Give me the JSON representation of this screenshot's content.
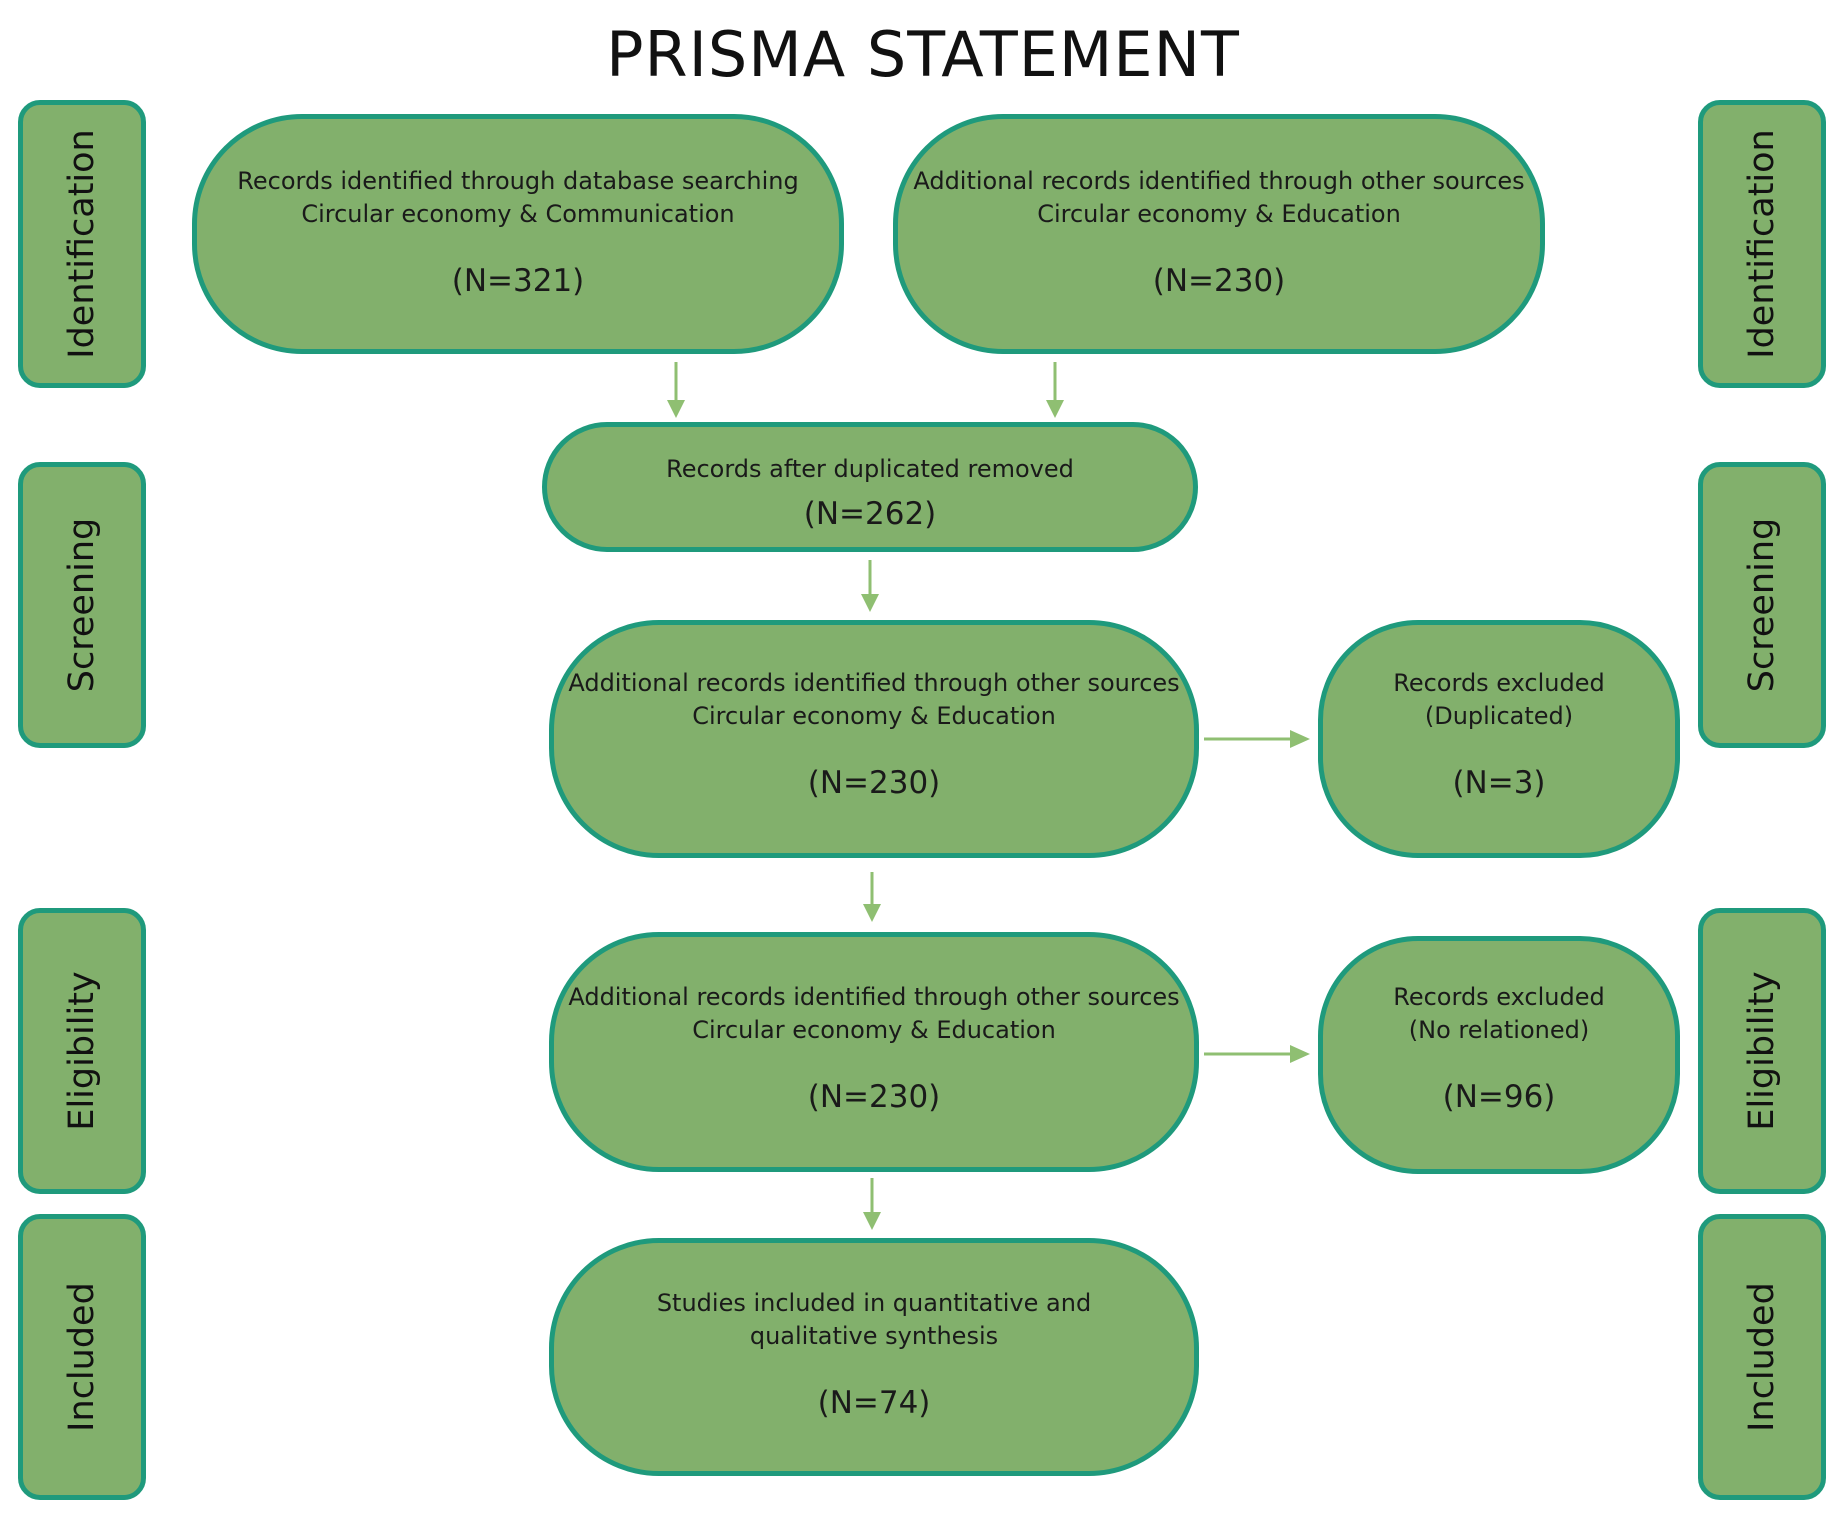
{
  "title": "PRISMA STATEMENT",
  "stages": {
    "identification": "Identification",
    "screening": "Screening",
    "eligibility": "Eligibility",
    "included": "Included"
  },
  "boxes": {
    "db_search": {
      "lines": [
        "Records identified through database searching",
        "Circular economy  & Communication"
      ],
      "count": "(N=321)"
    },
    "other_sources": {
      "lines": [
        "Additional records identified through other sources",
        "Circular economy  & Education"
      ],
      "count": "(N=230)"
    },
    "dedup": {
      "lines": [
        "Records after duplicated removed"
      ],
      "count": "(N=262)"
    },
    "screening_main": {
      "lines": [
        "Additional records identified through other sources",
        "Circular economy  & Education"
      ],
      "count": "(N=230)"
    },
    "excluded_duplicated": {
      "lines": [
        "Records excluded",
        "(Duplicated)"
      ],
      "count": "(N=3)"
    },
    "eligibility_main": {
      "lines": [
        "Additional records identified through other sources",
        "Circular economy  & Education"
      ],
      "count": "(N=230)"
    },
    "excluded_not_related": {
      "lines": [
        "Records excluded",
        "(No relationed)"
      ],
      "count": "(N=96)"
    },
    "included": {
      "lines": [
        "Studies included in quantitative and",
        "qualitative synthesis"
      ],
      "count": "(N=74)"
    }
  },
  "colors": {
    "box_fill": "#82b06c",
    "box_border": "#1f9a7c",
    "arrow": "#8fbf72"
  }
}
